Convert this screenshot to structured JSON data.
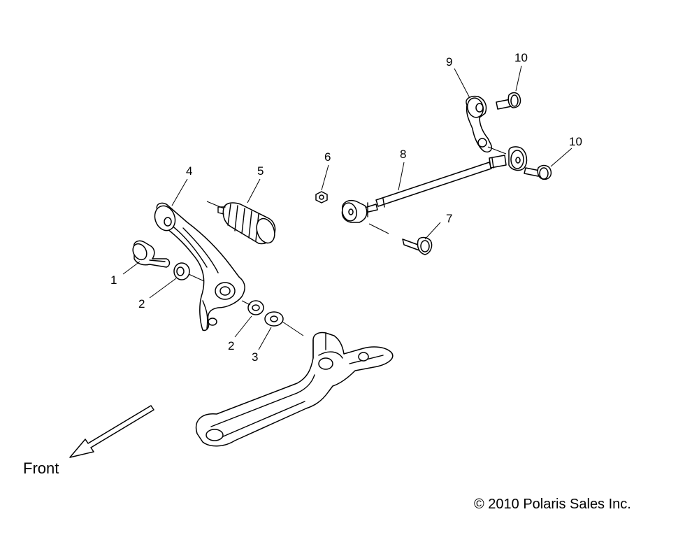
{
  "callouts": [
    {
      "id": "c1",
      "label": "1"
    },
    {
      "id": "c2a",
      "label": "2"
    },
    {
      "id": "c2b",
      "label": "2"
    },
    {
      "id": "c3",
      "label": "3"
    },
    {
      "id": "c4",
      "label": "4"
    },
    {
      "id": "c5",
      "label": "5"
    },
    {
      "id": "c6",
      "label": "6"
    },
    {
      "id": "c7",
      "label": "7"
    },
    {
      "id": "c8",
      "label": "8"
    },
    {
      "id": "c9",
      "label": "9"
    },
    {
      "id": "c10a",
      "label": "10"
    },
    {
      "id": "c10b",
      "label": "10"
    }
  ],
  "direction_label": "Front",
  "copyright": "© 2010 Polaris Sales Inc."
}
